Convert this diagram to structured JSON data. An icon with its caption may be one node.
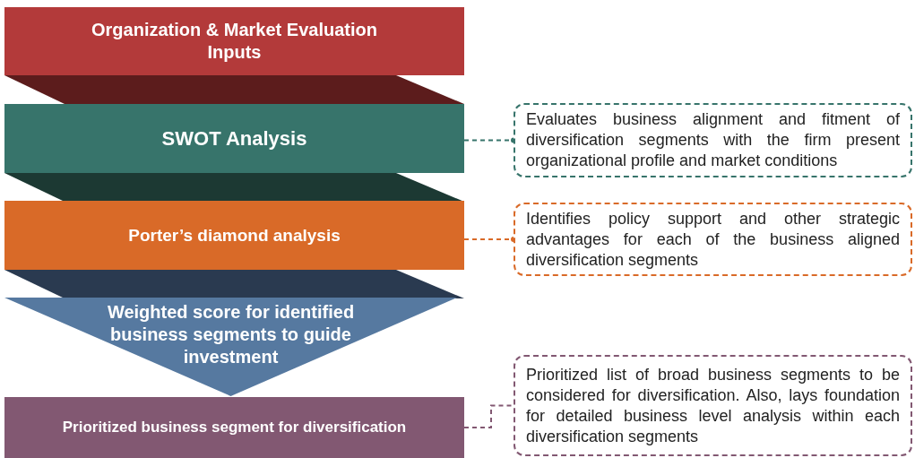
{
  "diagram": {
    "nodes": [
      {
        "text": [
          "Organization & Market Evaluation Inputs"
        ]
      },
      {
        "text": [
          "SWOT Analysis"
        ]
      },
      {
        "text": [
          "Evaluates business alignment and fitment of diversification segments with the firm present organizational profile and market conditions"
        ]
      },
      {
        "text": [
          "Porter’s diamond analysis"
        ]
      },
      {
        "text": [
          "Identifies policy support and other strategic advantages for each of the business aligned diversification segments"
        ]
      },
      {
        "text": [
          "Weighted score for identified business segments to guide investment"
        ]
      },
      {
        "text": [
          "Prioritized business segment for diversification"
        ]
      },
      {
        "text": [
          "Prioritized list of broad business segments to be considered for diversification. Also, lays foundation for detailed business level analysis within each diversification segments"
        ]
      }
    ],
    "edges": [
      {
        "from": 1,
        "to": 2,
        "arrow": "other",
        "style": "dashed",
        "color": "#37746b"
      },
      {
        "from": 3,
        "to": 4,
        "arrow": "other",
        "style": "dashed",
        "color": "#d96a28"
      },
      {
        "from": 6,
        "to": 7,
        "arrow": "none",
        "style": "dashed",
        "color": "#825872"
      }
    ]
  }
}
